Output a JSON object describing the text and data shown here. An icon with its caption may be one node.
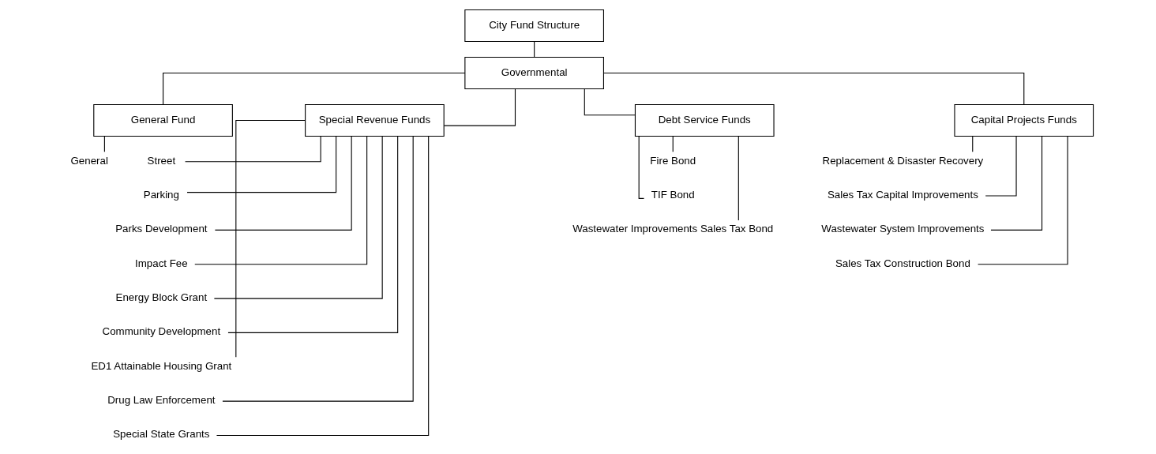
{
  "diagram": {
    "nodes": [
      {
        "text": [
          "City Fund Structure"
        ]
      },
      {
        "text": [
          "Governmental"
        ]
      },
      {
        "text": [
          "General Fund"
        ]
      },
      {
        "text": [
          "Special Revenue Funds"
        ]
      },
      {
        "text": [
          "Debt Service Funds"
        ]
      },
      {
        "text": [
          "Capital Projects Funds"
        ]
      },
      {
        "text": [
          "General"
        ]
      },
      {
        "text": [
          "Street"
        ]
      },
      {
        "text": [
          "Parking"
        ]
      },
      {
        "text": [
          "Parks Development"
        ]
      },
      {
        "text": [
          "Impact Fee"
        ]
      },
      {
        "text": [
          "Energy Block Grant"
        ]
      },
      {
        "text": [
          "Community Development"
        ]
      },
      {
        "text": [
          "ED1 Attainable Housing Grant"
        ]
      },
      {
        "text": [
          "Drug Law Enforcement"
        ]
      },
      {
        "text": [
          "Special State Grants"
        ]
      },
      {
        "text": [
          "Fire Bond"
        ]
      },
      {
        "text": [
          "TIF Bond"
        ]
      },
      {
        "text": [
          "Wastewater Improvements Sales Tax Bond"
        ]
      },
      {
        "text": [
          "Replacement & Disaster Recovery"
        ]
      },
      {
        "text": [
          "Sales Tax Capital Improvements"
        ]
      },
      {
        "text": [
          "Wastewater System Improvements"
        ]
      },
      {
        "text": [
          "Sales Tax Construction Bond"
        ]
      }
    ],
    "edges": [
      {
        "from": 0,
        "to": 1,
        "arrow": "none"
      },
      {
        "from": 1,
        "to": 2,
        "arrow": "none"
      },
      {
        "from": 1,
        "to": 3,
        "arrow": "none"
      },
      {
        "from": 1,
        "to": 4,
        "arrow": "none"
      },
      {
        "from": 1,
        "to": 5,
        "arrow": "none"
      },
      {
        "from": 2,
        "to": 6,
        "arrow": "none"
      },
      {
        "from": 3,
        "to": 7,
        "arrow": "none"
      },
      {
        "from": 3,
        "to": 8,
        "arrow": "none"
      },
      {
        "from": 3,
        "to": 9,
        "arrow": "none"
      },
      {
        "from": 3,
        "to": 10,
        "arrow": "none"
      },
      {
        "from": 3,
        "to": 11,
        "arrow": "none"
      },
      {
        "from": 3,
        "to": 12,
        "arrow": "none"
      },
      {
        "from": 3,
        "to": 13,
        "arrow": "none"
      },
      {
        "from": 3,
        "to": 14,
        "arrow": "none"
      },
      {
        "from": 3,
        "to": 15,
        "arrow": "none"
      },
      {
        "from": 4,
        "to": 16,
        "arrow": "none"
      },
      {
        "from": 4,
        "to": 17,
        "arrow": "none"
      },
      {
        "from": 4,
        "to": 18,
        "arrow": "none"
      },
      {
        "from": 5,
        "to": 19,
        "arrow": "none"
      },
      {
        "from": 5,
        "to": 20,
        "arrow": "none"
      },
      {
        "from": 5,
        "to": 21,
        "arrow": "none"
      },
      {
        "from": 5,
        "to": 22,
        "arrow": "none"
      }
    ]
  }
}
